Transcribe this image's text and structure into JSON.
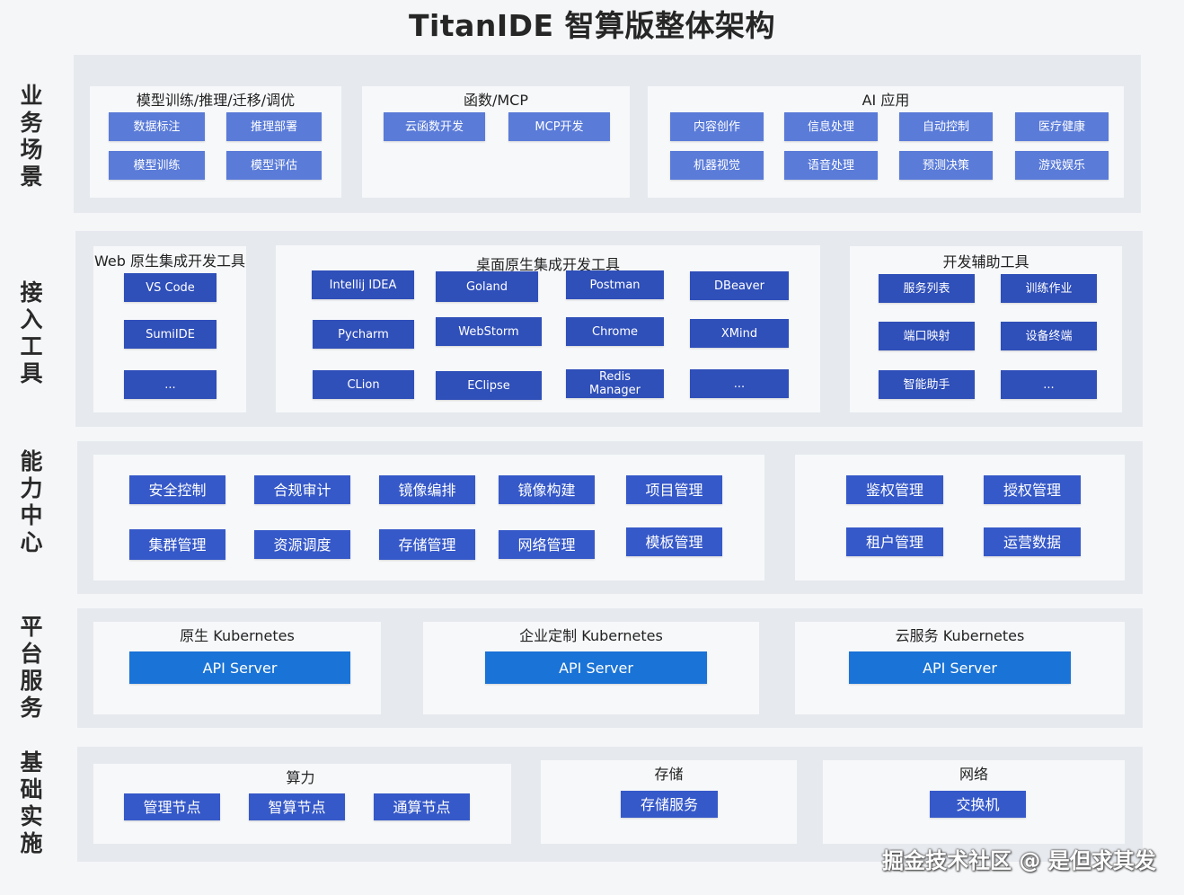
{
  "title": "TitanIDE 智算版整体架构",
  "layers": {
    "business": {
      "label": "业务场景",
      "groups": [
        {
          "title": "模型训练/推理/迁移/调优",
          "items": [
            "数据标注",
            "推理部署",
            "模型训练",
            "模型评估"
          ]
        },
        {
          "title": "函数/MCP",
          "items": [
            "云函数开发",
            "MCP开发"
          ]
        },
        {
          "title": "AI 应用",
          "items": [
            "内容创作",
            "信息处理",
            "自动控制",
            "医疗健康",
            "机器视觉",
            "语音处理",
            "预测决策",
            "游戏娱乐"
          ]
        }
      ]
    },
    "access": {
      "label": "接入工具",
      "groups": [
        {
          "title": "Web 原生集成开发工具",
          "items": [
            "VS Code",
            "SumiIDE",
            "..."
          ]
        },
        {
          "title": "桌面原生集成开发工具",
          "items": [
            "Intellij IDEA",
            "Goland",
            "Postman",
            "DBeaver",
            "Pycharm",
            "WebStorm",
            "Chrome",
            "XMind",
            "CLion",
            "EClipse",
            "Redis\nManager",
            "..."
          ]
        },
        {
          "title": "开发辅助工具",
          "items": [
            "服务列表",
            "训练作业",
            "端口映射",
            "设备终端",
            "智能助手",
            "..."
          ]
        }
      ]
    },
    "capability": {
      "label": "能力中心",
      "groups": [
        {
          "items": [
            "安全控制",
            "合规审计",
            "镜像编排",
            "镜像构建",
            "项目管理",
            "集群管理",
            "资源调度",
            "存储管理",
            "网络管理",
            "模板管理"
          ]
        },
        {
          "items": [
            "鉴权管理",
            "授权管理",
            "租户管理",
            "运营数据"
          ]
        }
      ]
    },
    "platform": {
      "label": "平台服务",
      "groups": [
        {
          "title": "原生 Kubernetes",
          "items": [
            "API Server"
          ]
        },
        {
          "title": "企业定制 Kubernetes",
          "items": [
            "API Server"
          ]
        },
        {
          "title": "云服务 Kubernetes",
          "items": [
            "API Server"
          ]
        }
      ]
    },
    "infra": {
      "label": "基础实施",
      "groups": [
        {
          "title": "算力",
          "items": [
            "管理节点",
            "智算节点",
            "通算节点"
          ]
        },
        {
          "title": "存储",
          "items": [
            "存储服务"
          ]
        },
        {
          "title": "网络",
          "items": [
            "交换机"
          ]
        }
      ]
    }
  },
  "watermark": "掘金技术社区 @ 是但求其发",
  "colors": {
    "button": "#3659c9",
    "api_button": "#1a73d6",
    "layer_bg": "#e6e9ee",
    "group_bg": "#f7f8fa"
  }
}
